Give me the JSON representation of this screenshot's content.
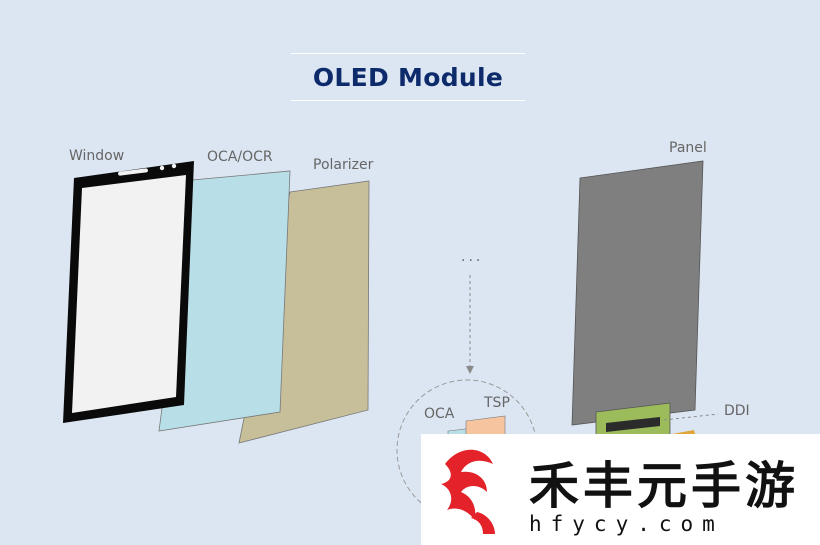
{
  "title": "OLED Module",
  "labels": {
    "window": "Window",
    "oca_ocr": "OCA/OCR",
    "polarizer": "Polarizer",
    "panel": "Panel",
    "ddi": "DDI",
    "oca": "OCA",
    "tsp": "TSP",
    "dots": "..."
  },
  "colors": {
    "background": "#dce6f2",
    "title": "#0d2a6b",
    "window_frame": "#0a0a0a",
    "window_screen": "#f2f2f2",
    "oca_layer": "#b8dfe8",
    "polarizer_layer": "#c7bf9a",
    "panel_layer": "#7f7f7f",
    "ddi_board": "#9cbb5a",
    "tsp_layer": "#f6c5a0"
  },
  "watermark": {
    "brand": "禾丰元手游",
    "domain": "hfycy.com"
  }
}
